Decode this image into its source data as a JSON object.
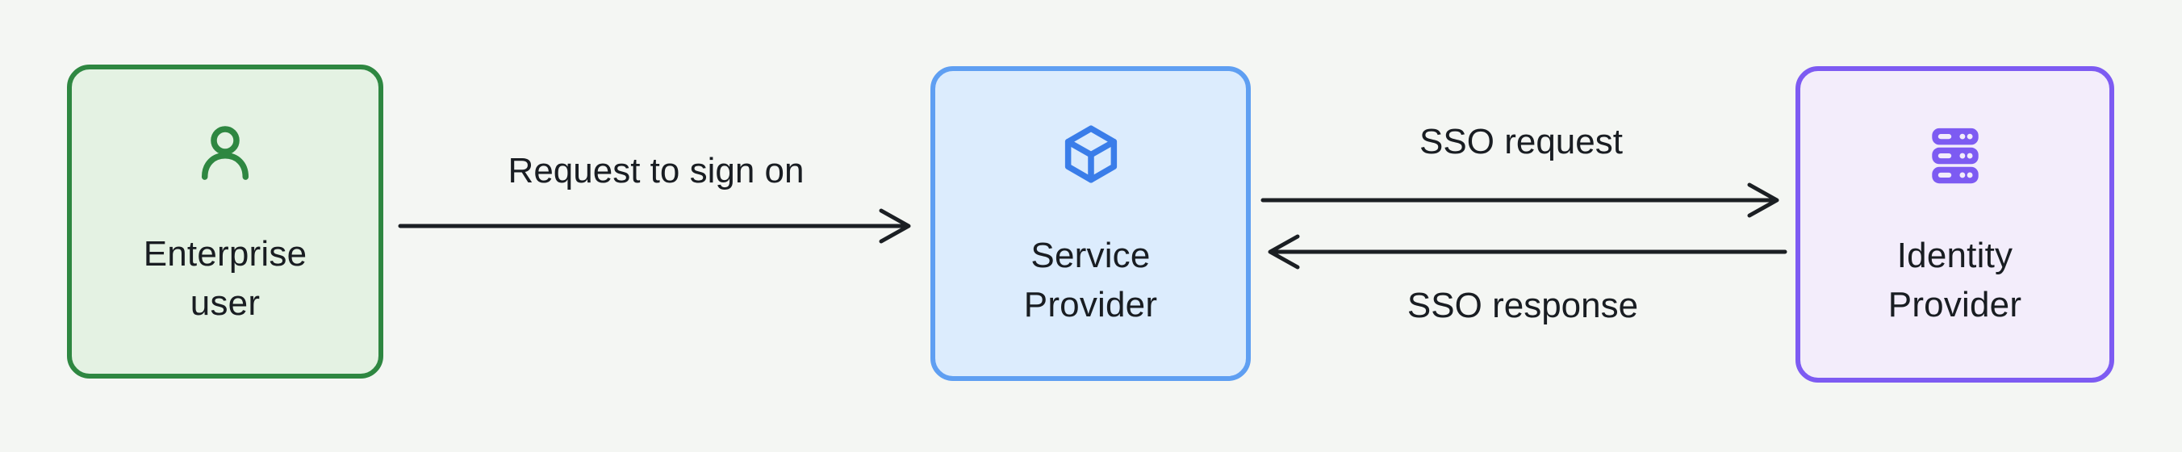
{
  "diagram": {
    "type": "flow-diagram",
    "background": "#f4f6f3",
    "arrow_color": "#1b1f23",
    "text_color": "#191d22"
  },
  "nodes": [
    {
      "id": "enterprise-user",
      "lines": [
        "Enterprise",
        "user"
      ],
      "icon": "user-icon",
      "accent": "#2e8741",
      "fill": "#e4f2e3"
    },
    {
      "id": "service-provider",
      "lines": [
        "Service",
        "Provider"
      ],
      "icon": "cube-icon",
      "accent": "#5f9ff2",
      "icon_color": "#3a7de9",
      "fill": "#dcecfd"
    },
    {
      "id": "identity-provider",
      "lines": [
        "Identity",
        "Provider"
      ],
      "icon": "server-stack-icon",
      "accent": "#7d5bf2",
      "fill": "#f3edfb"
    }
  ],
  "edges": [
    {
      "id": "request-to-sign-on",
      "label": "Request to sign on",
      "from": "enterprise-user",
      "to": "service-provider",
      "direction": "right"
    },
    {
      "id": "sso-request",
      "label": "SSO request",
      "from": "service-provider",
      "to": "identity-provider",
      "direction": "right"
    },
    {
      "id": "sso-response",
      "label": "SSO response",
      "from": "identity-provider",
      "to": "service-provider",
      "direction": "left"
    }
  ]
}
